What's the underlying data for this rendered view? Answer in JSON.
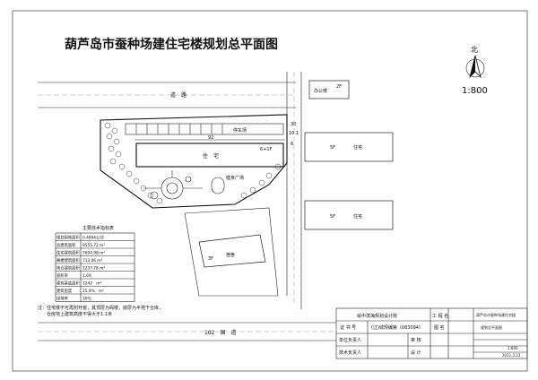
{
  "title": "葫芦岛市蚕种场建住宅楼规划总平面图",
  "north": {
    "label": "北",
    "scale": "1:800"
  },
  "buildings": {
    "main": "住　宅",
    "main_floors": "6+1F",
    "square": "健身广场",
    "right_top_floors": "5F",
    "right_top_name": "住宅",
    "right_mid_floors": "5F",
    "right_mid_name": "住宅",
    "top_right_box": "办公楼",
    "top_right_box_floors": "2F",
    "lower_floors": "3F",
    "lower_name": "宿舍",
    "left_road": "道　路",
    "small_box": "停车场"
  },
  "dimensions": {
    "d1": "92",
    "d2": "10.1",
    "d3": "30",
    "d4": "6"
  },
  "road": "102　国　道",
  "tech_table": {
    "title": "主要技术指标表",
    "rows": [
      [
        "规划用地面积",
        "0.4894公顷"
      ],
      [
        "总建筑面积",
        "9555.72 m²"
      ],
      [
        "住宅建筑面积",
        "7604.98 m²"
      ],
      [
        "阁楼建筑面积",
        "713.06 m²"
      ],
      [
        "地仓建筑面积",
        "1237.78 m²"
      ],
      [
        "容积率",
        "1.69"
      ],
      [
        "建筑基底面积",
        "1242　m²"
      ],
      [
        "建筑密度",
        "25.4%　m²"
      ],
      [
        "绿地率",
        "30%"
      ]
    ],
    "notes": [
      "注：住宅楼不可再附开窗，其顶层为阁楼，底层为半地下仓库，",
      "　　仓房地上建筑高度不得大于1.1米"
    ]
  },
  "title_block": {
    "institute": "绥中滨海规划设计院",
    "cert_label": "证 书 号",
    "cert_value": "(辽)城规编第（083094）",
    "project_label": "工 程 名",
    "project_value": "葫芦岛市蚕种场建住宅楼",
    "drawing_label": "图 名",
    "drawing_value": "规划总平面图",
    "unit_label": "单位负责人",
    "review_label": "审 核",
    "tech_label": "技术负责人",
    "design_label": "设 计",
    "scale_value": "1:800",
    "date_value": "2011.3.23"
  }
}
